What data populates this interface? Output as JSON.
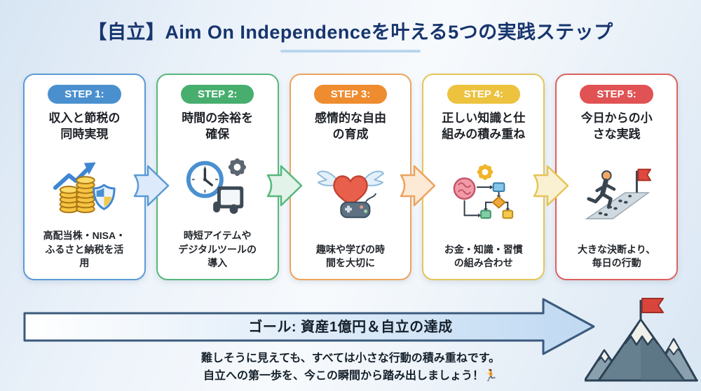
{
  "header": {
    "title": "【自立】Aim On Independenceを叶える5つの実践ステップ"
  },
  "steps": [
    {
      "badge": "STEP 1:",
      "title": "収入と節税の\n同時実現",
      "description": "高配当株・NISA・\nふるさと納税を活\n用",
      "icon": "coins-growth-shield-icon",
      "colors": {
        "badge": "#4a90cf",
        "border": "#5b9bd5",
        "arrow_fill": "#ddeafb",
        "arrow_stroke": "#5b9bd5"
      }
    },
    {
      "badge": "STEP 2:",
      "title": "時間の余裕を\n確保",
      "description": "時短アイテムや\nデジタルツールの\n導入",
      "icon": "clock-gear-tablet-icon",
      "colors": {
        "badge": "#47ae6e",
        "border": "#57b87d",
        "arrow_fill": "#e2f3e9",
        "arrow_stroke": "#57b87d"
      }
    },
    {
      "badge": "STEP 3:",
      "title": "感情的な自由\nの育成",
      "description": "趣味や学びの時\n間を大切に",
      "icon": "winged-heart-controller-icon",
      "colors": {
        "badge": "#ee8c2f",
        "border": "#eda35c",
        "arrow_fill": "#fcead6",
        "arrow_stroke": "#eda35c"
      }
    },
    {
      "badge": "STEP 4:",
      "title": "正しい知識と仕\n組みの積み重ね",
      "description": "お金・知識・習慣\nの組み合わせ",
      "icon": "brain-gear-flowchart-icon",
      "colors": {
        "badge": "#ecc23e",
        "border": "#e5c558",
        "arrow_fill": "#faf1d2",
        "arrow_stroke": "#e5c558"
      }
    },
    {
      "badge": "STEP 5:",
      "title": "今日からの小\nさな実践",
      "description": "大きな決断より、\n毎日の行動",
      "icon": "runner-flag-path-icon",
      "colors": {
        "badge": "#e05253",
        "border": "#de6161"
      }
    }
  ],
  "goal": {
    "label": "ゴール: 資産1億円＆自立の達成",
    "colors": {
      "border": "#3b5a7c",
      "fill_start": "#ffffff",
      "fill_end": "#bfd9f2"
    }
  },
  "footer": {
    "line1": "難しそうに見えても、すべては小さな行動の積み重ねです。",
    "line2": "自立への第一歩を、今この瞬間から踏み出しましょう！🏃"
  },
  "decor": {
    "title_color": "#17356e",
    "title_underline_color": "#b9d6ec",
    "mountain_icon": "mountain-summit-flag-icon"
  }
}
